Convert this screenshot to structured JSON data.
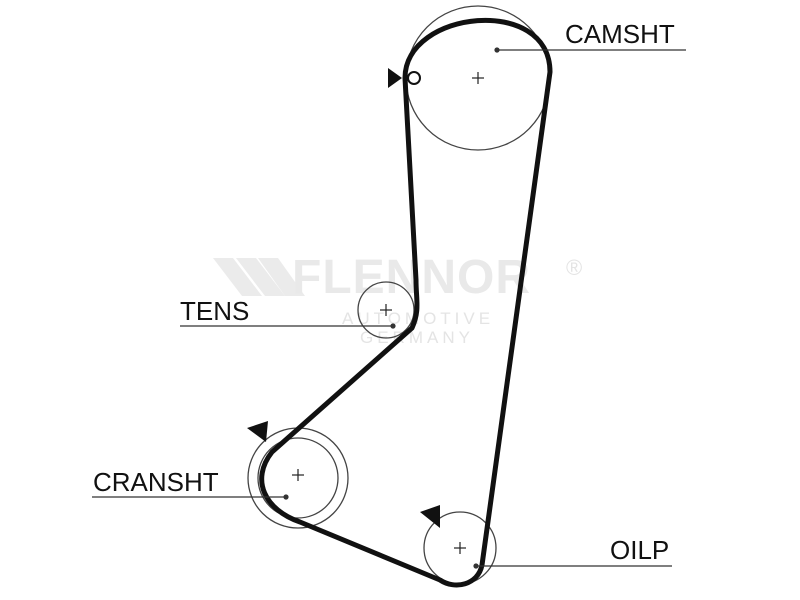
{
  "diagram": {
    "labels": {
      "camshaft": "CAMSHT",
      "tensioner": "TENS",
      "crankshaft": "CRANSHT",
      "oil_pump": "OILP"
    },
    "watermark": {
      "brand": "FLENNOR",
      "registered": "®",
      "line1": "AUTOMOTIVE",
      "line2": "GERMANY"
    },
    "colors": {
      "belt": "#111111",
      "pulley": "#444444",
      "text": "#111111",
      "watermark": "#e6e6e6"
    }
  }
}
